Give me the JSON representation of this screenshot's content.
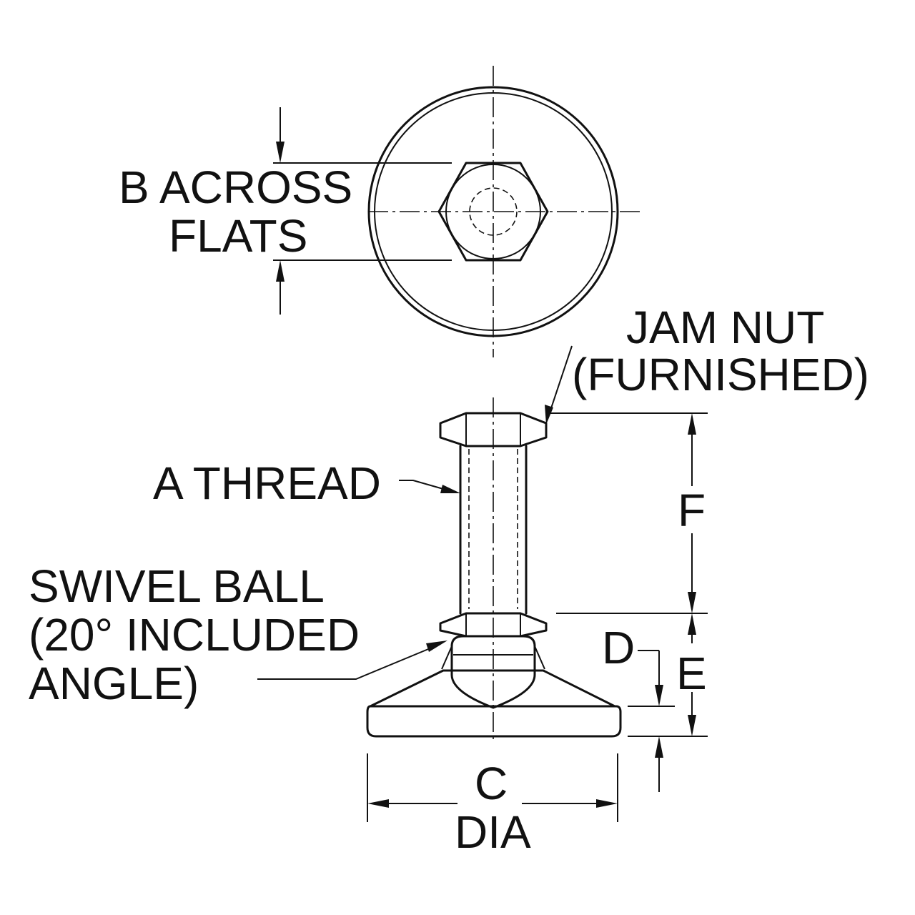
{
  "labels": {
    "b_across_flats_line1": "B ACROSS",
    "b_across_flats_line2": "FLATS",
    "jam_nut_line1": "JAM NUT",
    "jam_nut_line2": "(FURNISHED)",
    "a_thread": "A THREAD",
    "swivel_line1": "SWIVEL BALL",
    "swivel_line2": "(20° INCLUDED",
    "swivel_line3": "ANGLE)",
    "dim_f": "F",
    "dim_d": "D",
    "dim_e": "E",
    "dim_c": "C",
    "dim_c_dia": "DIA"
  }
}
